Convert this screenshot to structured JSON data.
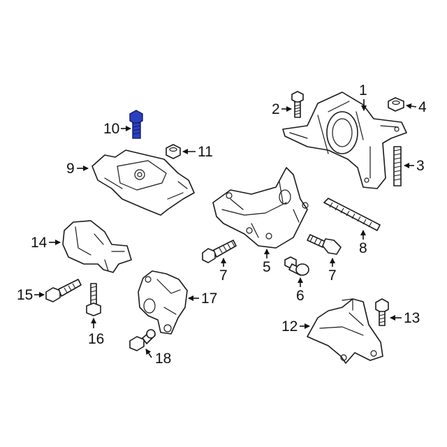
{
  "diagram": {
    "callouts": [
      {
        "id": "1",
        "label": "1"
      },
      {
        "id": "2",
        "label": "2"
      },
      {
        "id": "3",
        "label": "3"
      },
      {
        "id": "4",
        "label": "4"
      },
      {
        "id": "5",
        "label": "5"
      },
      {
        "id": "6",
        "label": "6"
      },
      {
        "id": "7a",
        "label": "7"
      },
      {
        "id": "7b",
        "label": "7"
      },
      {
        "id": "8",
        "label": "8"
      },
      {
        "id": "9",
        "label": "9"
      },
      {
        "id": "10",
        "label": "10"
      },
      {
        "id": "11",
        "label": "11"
      },
      {
        "id": "12",
        "label": "12"
      },
      {
        "id": "13",
        "label": "13"
      },
      {
        "id": "14",
        "label": "14"
      },
      {
        "id": "15",
        "label": "15"
      },
      {
        "id": "16",
        "label": "16"
      },
      {
        "id": "17",
        "label": "17"
      },
      {
        "id": "18",
        "label": "18"
      }
    ],
    "highlight_color": "#2b3fbf",
    "line_color": "#1a1a1a"
  }
}
